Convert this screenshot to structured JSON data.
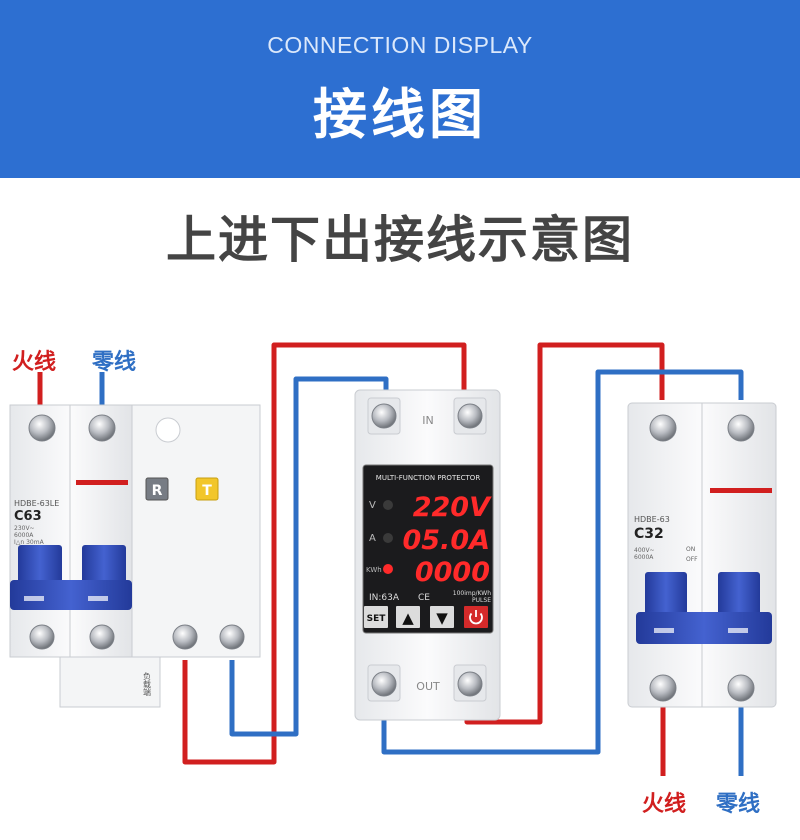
{
  "header": {
    "subtitle": "CONNECTION DISPLAY",
    "title": "接线图"
  },
  "heading": "上进下出接线示意图",
  "labels": {
    "left_live": "火线",
    "left_neutral": "零线",
    "right_live": "火线",
    "right_neutral": "零线"
  },
  "rcbo": {
    "model": "HDBE-63LE",
    "rating": "C63",
    "spec_lines": [
      "230V~",
      "6000A",
      "I△n 30mA"
    ],
    "r_button": "R",
    "t_button": "T",
    "side_text": "负载端"
  },
  "protector": {
    "top_label": "IN",
    "bottom_label": "OUT",
    "brand": "MULTI-FUNCTION PROTECTOR",
    "row_labels": [
      "V",
      "A",
      "KWh"
    ],
    "voltage": "220V",
    "current": "05.0A",
    "energy": "0000",
    "rating": "IN:63A",
    "ce": "CE",
    "pulse_line1": "100imp/KWh",
    "pulse_line2": "PULSE",
    "set_label": "SET",
    "up_symbol": "▲",
    "down_symbol": "▼"
  },
  "mcb": {
    "model": "HDBE-63",
    "rating": "C32",
    "spec_lines": [
      "400V~",
      "6000A"
    ],
    "on_label": "ON",
    "off_label": "OFF"
  },
  "colors": {
    "banner": "#2d6fd1",
    "live_wire": "#d11f1f",
    "neutral_wire": "#2f6fc4",
    "device_body": "#f2f3f5",
    "handle": "#2f48b5",
    "led": "#ff2a2a"
  }
}
